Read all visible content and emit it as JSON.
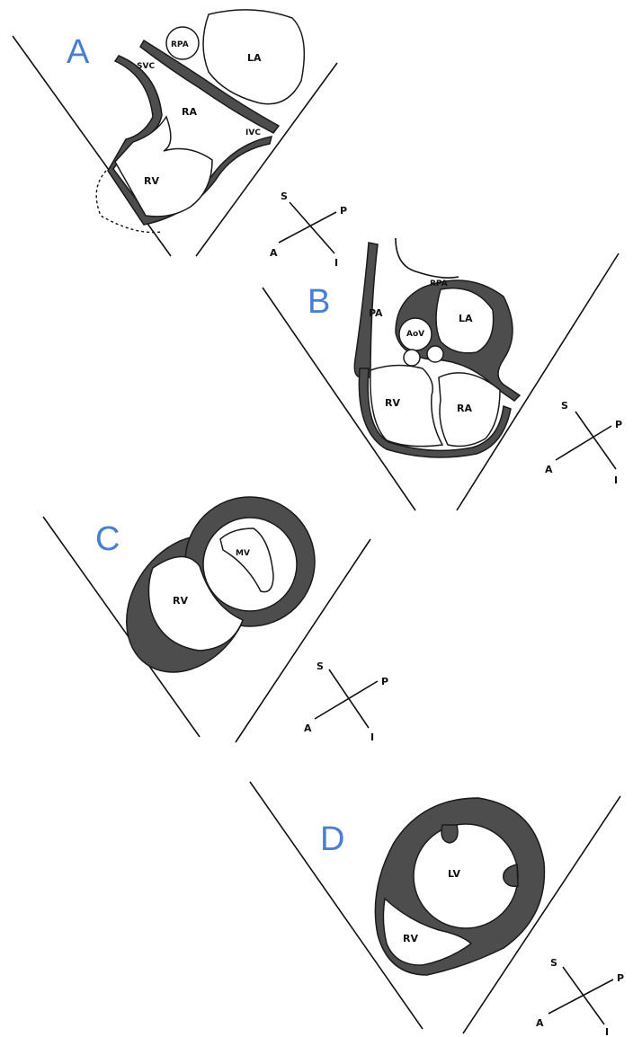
{
  "panels": [
    {
      "letter": "A",
      "labels": {
        "rpa": "RPA",
        "la": "LA",
        "svc": "SVC",
        "ra": "RA",
        "ivc": "IVC",
        "rv": "RV"
      }
    },
    {
      "letter": "B",
      "labels": {
        "rpa": "RPA",
        "pa": "PA",
        "aov": "AoV",
        "la": "LA",
        "rv": "RV",
        "ra": "RA"
      }
    },
    {
      "letter": "C",
      "labels": {
        "mv": "MV",
        "rv": "RV"
      }
    },
    {
      "letter": "D",
      "labels": {
        "lv": "LV",
        "rv": "RV"
      }
    }
  ],
  "orientation": {
    "s": "S",
    "p": "P",
    "a": "A",
    "i": "I"
  },
  "colors": {
    "letter": "#4a7fd0",
    "wall": "#4d4d4d"
  }
}
